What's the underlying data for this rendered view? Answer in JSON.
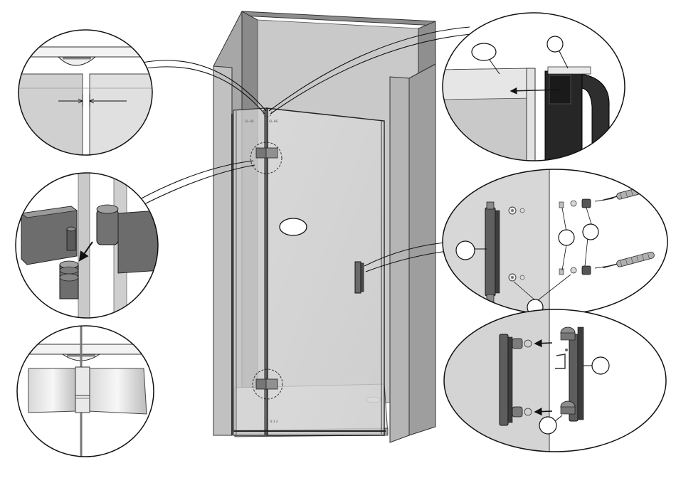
{
  "door_labels": {
    "top_left": "GL-HG",
    "top_right": "GL-HG",
    "bottom": "8 3 3"
  },
  "callouts": {
    "door_marker": "",
    "profile_marker_a": "",
    "profile_marker_b": "",
    "handle_marker": "",
    "fixing_marker_a": "",
    "fixing_marker_b": "",
    "fixing_marker_c": "",
    "assembly_marker_a": "",
    "assembly_marker_b": ""
  },
  "colors": {
    "wall": "#9a9a9a",
    "wall_light": "#c4c4c4",
    "glass": "#d6d6d6",
    "frame": "#404040",
    "hinge": "#6f6f6f",
    "profile": "#262626"
  }
}
